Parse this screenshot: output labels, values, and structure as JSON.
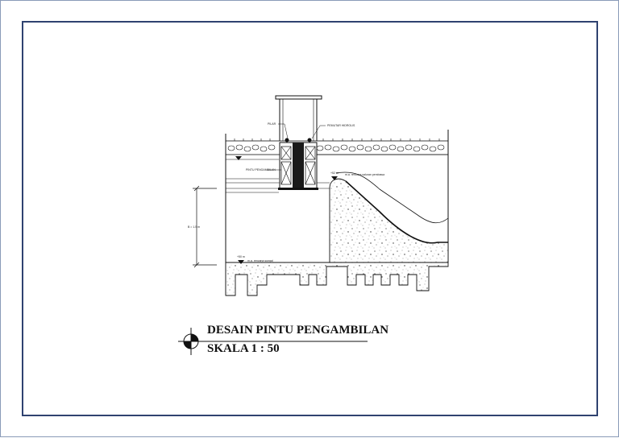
{
  "title": {
    "line1": "DESAIN PINTU PENGAMBILAN",
    "line2": "SKALA 1 : 50"
  },
  "labels": {
    "pilar": "PILAR",
    "pemutar": "PEMUTAR HIDROLIS",
    "pintu": "PINTU PENGAMBILAN",
    "elev_top": "+52 m",
    "muka_air_rencana": "m.a. rencana saluran pembawa",
    "dimension": "B = 1.5 m",
    "elev_bottom": "+50 m",
    "muka_air_banjir": "m.a. rencana sungai"
  },
  "colors": {
    "frame": "#2f4270",
    "line": "#111111"
  }
}
